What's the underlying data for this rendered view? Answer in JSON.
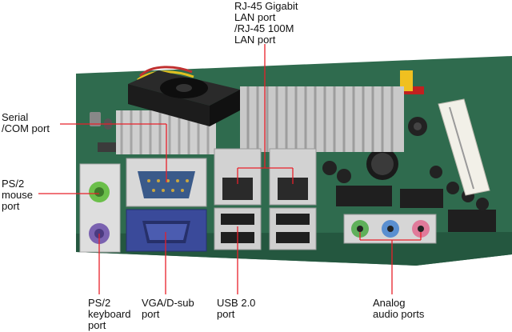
{
  "labels": {
    "rj45": "RJ-45 Gigabit\nLAN port\n/RJ-45 100M\nLAN port",
    "serial": "Serial\n/COM port",
    "ps2_mouse": "PS/2\nmouse\nport",
    "ps2_keyboard": "PS/2\nkeyboard\nport",
    "vga": "VGA/D-sub\nport",
    "usb": "USB 2.0\nport",
    "audio": "Analog\naudio ports"
  },
  "colors": {
    "callout_line": "#e8202a",
    "pcb": "#2f6b4e",
    "heatsink": "#c9c9c9",
    "fan": "#1c1c1c",
    "vga_blue": "#3a4a9a",
    "ps2_green": "#6bbf4a",
    "ps2_purple": "#7a62b0",
    "audio_green": "#5fb05a",
    "audio_blue": "#5a8fd0",
    "audio_pink": "#e07a9a",
    "pci_slot": "#f2f0e8",
    "accent_yellow": "#f0c020",
    "red_connector": "#c02020"
  },
  "icons": [
    "fan-icon",
    "heatsink-icon",
    "serial-port-icon",
    "vga-port-icon",
    "rj45-port-icon",
    "usb-port-icon",
    "ps2-port-icon",
    "audio-jack-icon",
    "pci-slot-icon"
  ]
}
